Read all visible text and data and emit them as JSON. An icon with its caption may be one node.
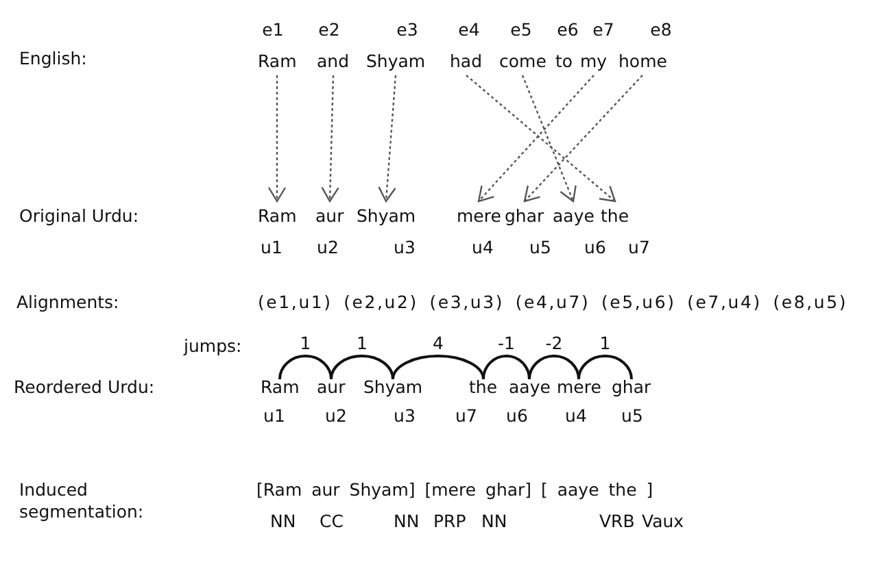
{
  "diagram": {
    "nodes": [
      {
        "text": [
          "Ram"
        ],
        "beside": [
          "e1"
        ]
      },
      {
        "text": [
          "and"
        ],
        "beside": [
          "e2"
        ]
      },
      {
        "text": [
          "Shyam"
        ],
        "beside": [
          "e3"
        ]
      },
      {
        "text": [
          "had"
        ],
        "beside": [
          "e4"
        ]
      },
      {
        "text": [
          "come"
        ],
        "beside": [
          "e5"
        ]
      },
      {
        "text": [
          "to"
        ],
        "beside": [
          "e6"
        ]
      },
      {
        "text": [
          "my"
        ],
        "beside": [
          "e7"
        ]
      },
      {
        "text": [
          "home"
        ],
        "beside": [
          "e8"
        ]
      },
      {
        "text": [
          "Ram"
        ],
        "beside": [
          "u1"
        ]
      },
      {
        "text": [
          "aur"
        ],
        "beside": [
          "u2"
        ]
      },
      {
        "text": [
          "Shyam"
        ],
        "beside": [
          "u3"
        ]
      },
      {
        "text": [
          "mere"
        ],
        "beside": [
          "u4"
        ]
      },
      {
        "text": [
          "ghar"
        ],
        "beside": [
          "u5"
        ]
      },
      {
        "text": [
          "aaye"
        ],
        "beside": [
          "u6"
        ]
      },
      {
        "text": [
          "the"
        ],
        "beside": [
          "u7"
        ]
      },
      {
        "text": [
          "Ram"
        ],
        "beside": [
          "u1"
        ]
      },
      {
        "text": [
          "aur"
        ],
        "beside": [
          "u2"
        ]
      },
      {
        "text": [
          "Shyam"
        ],
        "beside": [
          "u3"
        ]
      },
      {
        "text": [
          "the"
        ],
        "beside": [
          "u7"
        ]
      },
      {
        "text": [
          "aaye"
        ],
        "beside": [
          "u6"
        ]
      },
      {
        "text": [
          "mere"
        ],
        "beside": [
          "u4"
        ]
      },
      {
        "text": [
          "ghar"
        ],
        "beside": [
          "u5"
        ]
      }
    ],
    "edges": [
      {
        "from": 0,
        "to": 8,
        "arrow": "to",
        "style": "dashed"
      },
      {
        "from": 1,
        "to": 9,
        "arrow": "to",
        "style": "dashed"
      },
      {
        "from": 2,
        "to": 10,
        "arrow": "to",
        "style": "dashed"
      },
      {
        "from": 3,
        "to": 14,
        "arrow": "to",
        "style": "dashed"
      },
      {
        "from": 4,
        "to": 13,
        "arrow": "to",
        "style": "dashed"
      },
      {
        "from": 6,
        "to": 11,
        "arrow": "to",
        "style": "dashed"
      },
      {
        "from": 7,
        "to": 12,
        "arrow": "to",
        "style": "dashed"
      },
      {
        "from": 15,
        "to": 16,
        "arrow": "none",
        "label": "1"
      },
      {
        "from": 16,
        "to": 17,
        "arrow": "none",
        "label": "1"
      },
      {
        "from": 17,
        "to": 18,
        "arrow": "none",
        "label": "4"
      },
      {
        "from": 18,
        "to": 19,
        "arrow": "none",
        "label": "-1"
      },
      {
        "from": 19,
        "to": 20,
        "arrow": "none",
        "label": "-2"
      },
      {
        "from": 20,
        "to": 21,
        "arrow": "none",
        "label": "1"
      }
    ],
    "labels": [
      "English:",
      "Original Urdu:",
      "Alignments:",
      "(e1,u1) (e2,u2) (e3,u3) (e4,u7) (e5,u6) (e7,u4) (e8,u5)",
      "jumps:",
      "Reordered Urdu:",
      "Induced segmentation:",
      "[Ram aur Shyam] [mere ghar] [ aaye the ]",
      "NN",
      "CC",
      "NN",
      "PRP",
      "NN",
      "VRB",
      "Vaux"
    ]
  }
}
